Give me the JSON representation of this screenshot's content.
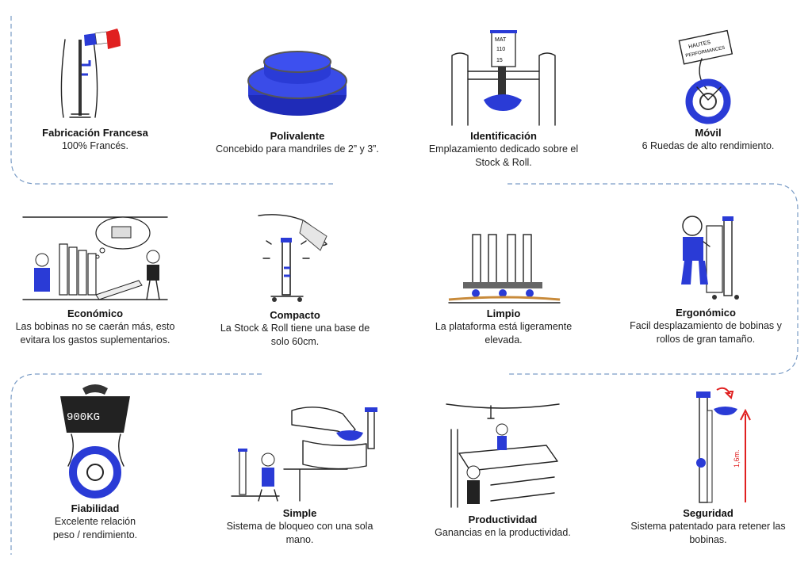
{
  "colors": {
    "accent_blue": "#2a3bd6",
    "dash_line": "#7a9cc6",
    "arrow_red": "#e02020"
  },
  "features": [
    {
      "title": "Fabricación Francesa",
      "lines": [
        "100% Francés."
      ],
      "icon": "french-flag-icon"
    },
    {
      "title": "Polivalente",
      "lines": [
        "Concebido para mandriles de 2” y 3”."
      ],
      "icon": "mandrel-disc-icon"
    },
    {
      "title": "Identificación",
      "lines": [
        "Emplazamiento dedicado sobre el",
        "Stock & Roll."
      ],
      "icon": "label-holder-icon",
      "sign": [
        "MAT",
        "110",
        "15"
      ]
    },
    {
      "title": "Móvil",
      "lines": [
        "6 Ruedas de alto rendimiento."
      ],
      "icon": "wheel-icon",
      "sign": [
        "HAUTES",
        "PERFORMANCES"
      ]
    },
    {
      "title": "Económico",
      "lines": [
        "Las bobinas no se caerán más, esto",
        "evitara los gastos suplementarios."
      ],
      "icon": "falling-rolls-icon"
    },
    {
      "title": "Compacto",
      "lines": [
        "La Stock & Roll tiene una base de",
        "solo 60cm."
      ],
      "icon": "compact-column-icon"
    },
    {
      "title": "Limpio",
      "lines": [
        "La plataforma está ligeramente",
        "elevada."
      ],
      "icon": "raised-platform-icon"
    },
    {
      "title": "Ergonómico",
      "lines": [
        "Facil desplazamiento de bobinas y",
        "rollos de gran tamaño."
      ],
      "icon": "worker-moving-roll-icon"
    },
    {
      "title": "Fiabilidad",
      "lines": [
        "Excelente relación",
        "peso / rendimiento."
      ],
      "icon": "weight-on-wheel-icon",
      "sign": [
        "900KG"
      ]
    },
    {
      "title": "Simple",
      "lines": [
        "Sistema de bloqueo con una sola",
        "mano."
      ],
      "icon": "one-hand-lock-icon"
    },
    {
      "title": "Productividad",
      "lines": [
        "Ganancias en la productividad."
      ],
      "icon": "workers-productivity-icon"
    },
    {
      "title": "Seguridad",
      "lines": [
        "Sistema patentado para retener las",
        "bobinas."
      ],
      "icon": "safety-height-icon",
      "sign": [
        "1,6m."
      ]
    }
  ]
}
